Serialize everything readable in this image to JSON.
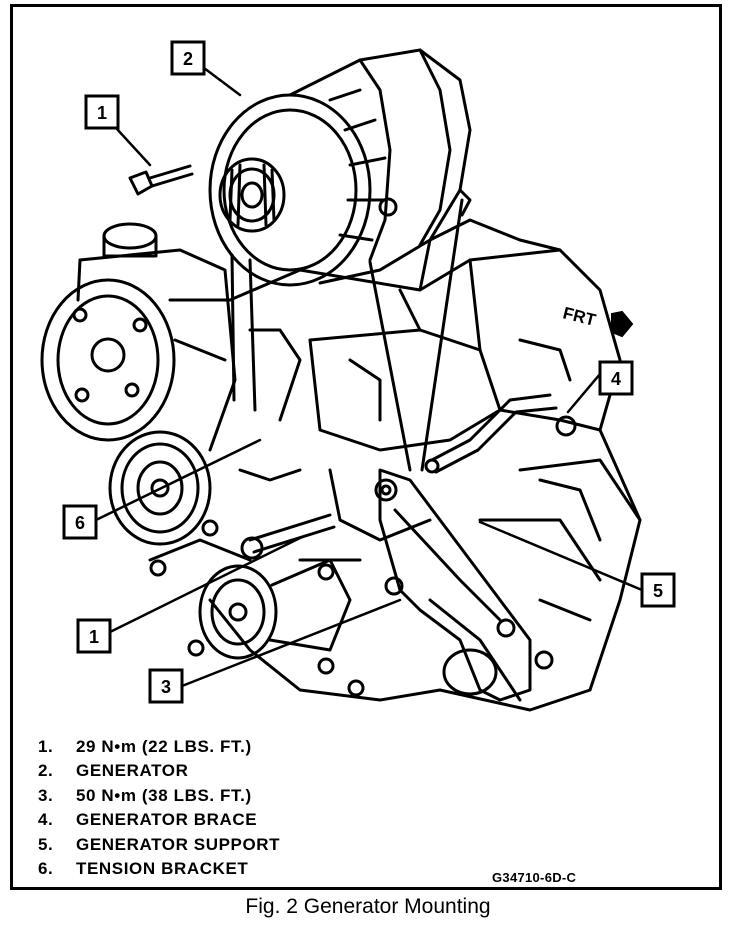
{
  "callouts": [
    "1",
    "2",
    "1",
    "3",
    "4",
    "5",
    "6"
  ],
  "front_label": "FRT",
  "legend": [
    {
      "num": "1.",
      "text": "29 N•m (22 LBS. FT.)"
    },
    {
      "num": "2.",
      "text": "GENERATOR"
    },
    {
      "num": "3.",
      "text": "50 N•m (38 LBS. FT.)"
    },
    {
      "num": "4.",
      "text": "GENERATOR BRACE"
    },
    {
      "num": "5.",
      "text": "GENERATOR SUPPORT"
    },
    {
      "num": "6.",
      "text": "TENSION BRACKET"
    }
  ],
  "figure_code": "G34710-6D-C",
  "caption": "Fig. 2 Generator Mounting"
}
